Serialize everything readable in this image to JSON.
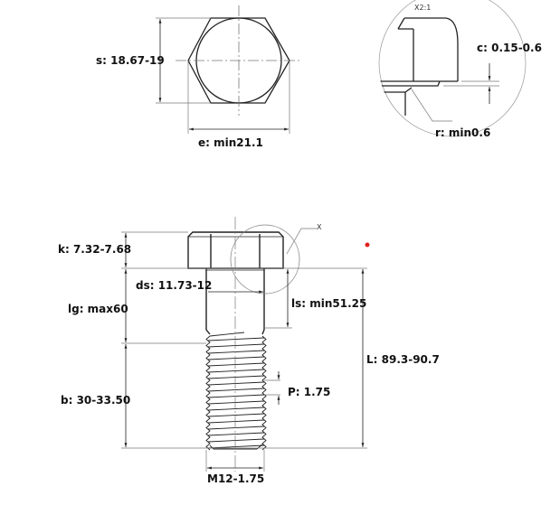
{
  "top_view": {
    "s_label": "s: 18.67-19",
    "e_label": "e: min21.1"
  },
  "detail": {
    "title": "X2:1",
    "c_label": "c: 0.15-0.6",
    "r_label": "r: min0.6"
  },
  "side_view": {
    "k_label": "k: 7.32-7.68",
    "ds_label": "ds: 11.73-12",
    "lg_label": "lg: max60",
    "ls_label": "ls: min51.25",
    "L_label": "L: 89.3-90.7",
    "P_label": "P: 1.75",
    "b_label": "b: 30-33.50",
    "thread_label": "M12-1.75",
    "detail_marker": "X"
  },
  "colors": {
    "line": "#222222",
    "thin": "#777777",
    "marker": "#e02020"
  }
}
